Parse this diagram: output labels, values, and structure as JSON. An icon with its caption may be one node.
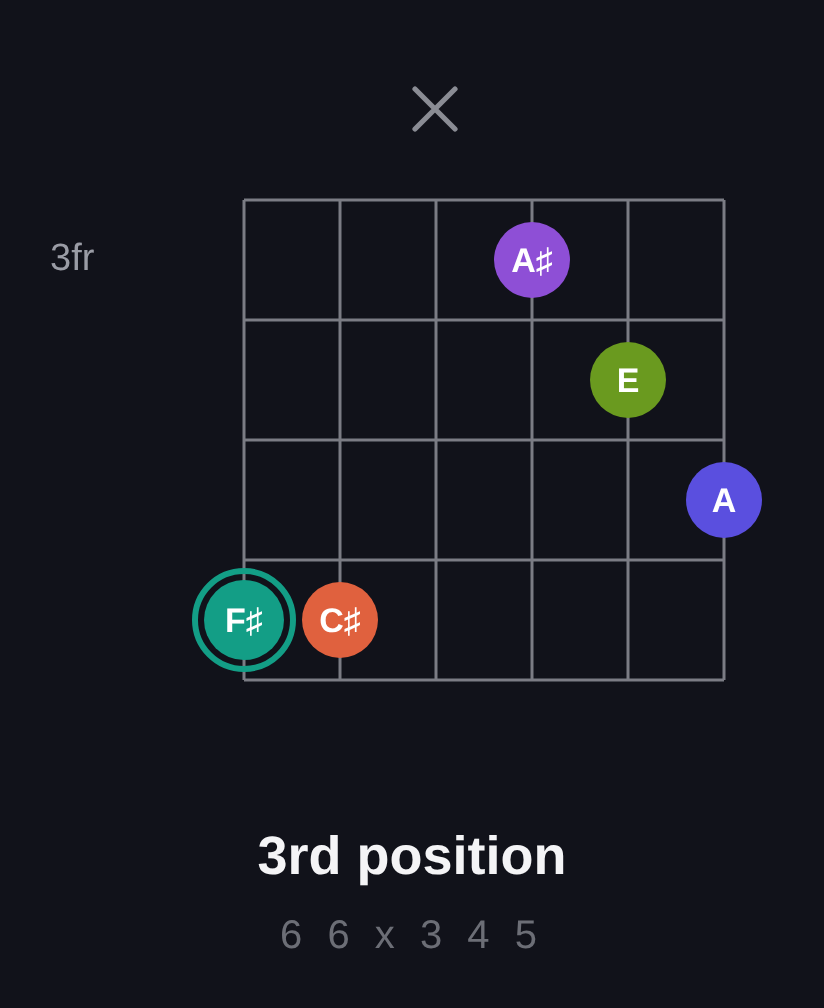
{
  "diagram": {
    "title": "3rd position",
    "caption": "6 6 x 3 4 5",
    "nodes": [
      {
        "text": [
          "A♯"
        ]
      },
      {
        "text": [
          "E"
        ]
      },
      {
        "text": [
          "A"
        ]
      },
      {
        "text": [
          "F♯"
        ]
      },
      {
        "text": [
          "C♯"
        ]
      }
    ],
    "labels": [
      "3fr"
    ]
  }
}
